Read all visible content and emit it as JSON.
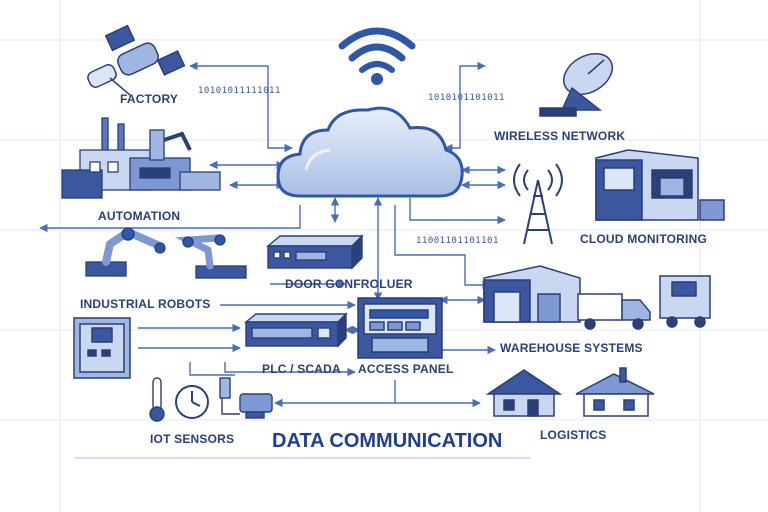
{
  "title": "DATA COMMUNICATION",
  "nodes": {
    "factory": "FACTORY",
    "automation": "AUTOMATION",
    "industrial_robots": "INDUSTRIAL ROBOTS",
    "door_controller": "DOOR GONFROLUER",
    "plc_scada": "PLC / SCADA",
    "access_panel": "ACCESS PANEL",
    "iot_sensors": "IOT SENSORS",
    "wireless_network": "WIRELESS NETWORK",
    "cloud_monitoring": "CLOUD MONITORING",
    "warehouse_systems": "WAREHOUSE SYSTEMS",
    "logistics": "LOGISTICS"
  },
  "binary": {
    "left": "10101011111011",
    "right": "1010101101011",
    "middle": "11001101101101"
  },
  "colors": {
    "primary": "#2f57a8",
    "line": "#4a6db8",
    "light_fill": "#dbe6f7",
    "label": "#2b3f78"
  },
  "icons": [
    "wifi-icon",
    "cloud-icon",
    "satellite-icon",
    "factory-icon",
    "robot-arm-icon",
    "controller-box-icon",
    "electrical-cabinet-icon",
    "plc-icon",
    "access-panel-icon",
    "thermometer-icon",
    "gauge-icon",
    "camera-icon",
    "satellite-dish-icon",
    "building-icon",
    "radio-tower-icon",
    "warehouse-icon",
    "truck-icon",
    "house-icon"
  ]
}
